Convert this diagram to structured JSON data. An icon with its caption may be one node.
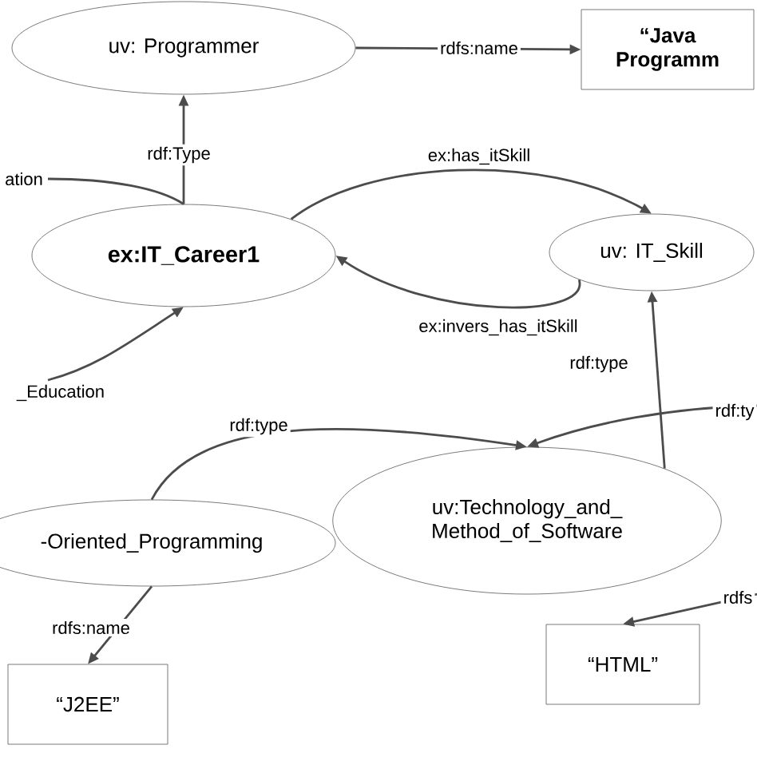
{
  "diagram": {
    "nodes": [
      {
        "text": [
          "uv: Programmer"
        ]
      },
      {
        "text": [
          "“Java Programm"
        ]
      },
      {
        "text": [
          "ex:IT_Career1"
        ]
      },
      {
        "text": [
          "uv: IT_Skill"
        ]
      },
      {
        "text": [
          "uv:Technology_and_ Method_of_Software"
        ]
      },
      {
        "text": [
          "-Oriented_Programming"
        ]
      },
      {
        "text": [
          "“J2EE”"
        ]
      },
      {
        "text": [
          "“HTML”"
        ]
      }
    ],
    "edges": [
      {
        "from": 0,
        "to": 1,
        "arrow": "to",
        "label": "rdfs:name"
      },
      {
        "from": 2,
        "to": 0,
        "arrow": "to",
        "label": "rdf:Type"
      },
      {
        "from": 2,
        "to": 3,
        "arrow": "to",
        "label": "ex:has_itSkill"
      },
      {
        "from": 3,
        "to": 2,
        "arrow": "to",
        "label": "ex:invers_has_itSkill"
      },
      {
        "from": 4,
        "to": 3,
        "arrow": "to",
        "label": "rdf:type"
      },
      {
        "from": 5,
        "to": 4,
        "arrow": "to",
        "label": "rdf:type"
      },
      {
        "from": null,
        "to": 4,
        "arrow": "to",
        "label": "rdf:ty"
      },
      {
        "from": 5,
        "to": 6,
        "arrow": "to",
        "label": "rdfs:name"
      },
      {
        "from": null,
        "to": 7,
        "arrow": "to",
        "label": "rdfs"
      },
      {
        "from": null,
        "to": 2,
        "arrow": "to",
        "label": "_Education"
      },
      {
        "from": null,
        "to": 2,
        "arrow": "none",
        "label": "ation"
      }
    ]
  }
}
